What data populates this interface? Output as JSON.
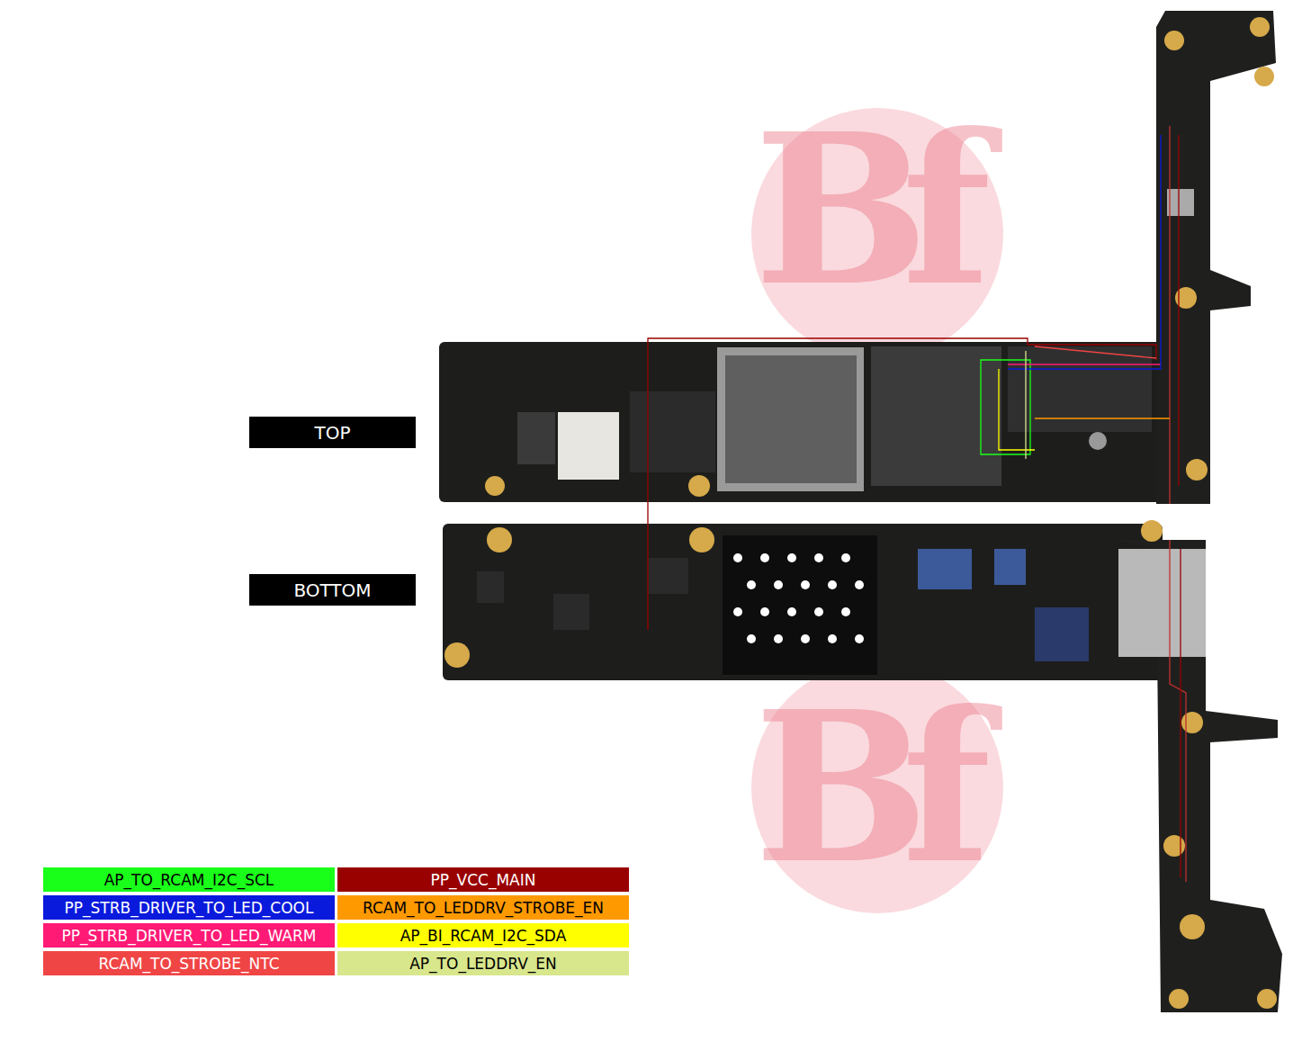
{
  "diagram": {
    "nodes": [
      {
        "text": [
          "TOP"
        ]
      },
      {
        "text": [
          "BOTTOM"
        ]
      }
    ],
    "labels": [
      "Bf",
      "Bf"
    ],
    "legend": [
      {
        "text": "AP_TO_RCAM_I2C_SCL",
        "color": "#1aff1a"
      },
      {
        "text": "PP_STRB_DRIVER_TO_LED_COOL",
        "color": "#0a1adc"
      },
      {
        "text": "PP_STRB_DRIVER_TO_LED_WARM",
        "color": "#ff1a75"
      },
      {
        "text": "RCAM_TO_STROBE_NTC",
        "color": "#f04545"
      },
      {
        "text": "PP_VCC_MAIN",
        "color": "#990000"
      },
      {
        "text": "RCAM_TO_LEDDRV_STROBE_EN",
        "color": "#ff9900"
      },
      {
        "text": "AP_BI_RCAM_I2C_SDA",
        "color": "#ffff00"
      },
      {
        "text": "AP_TO_LEDDRV_EN",
        "color": "#d8e68c"
      }
    ]
  }
}
